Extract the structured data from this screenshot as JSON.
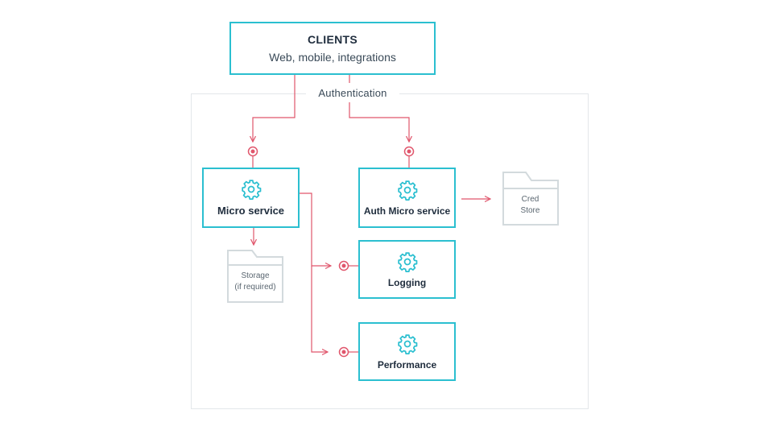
{
  "clients": {
    "title": "CLIENTS",
    "subtitle": "Web, mobile, integrations"
  },
  "auth_label": "Authentication",
  "services": {
    "micro": "Micro service",
    "auth": "Auth Micro service",
    "logging": "Logging",
    "performance": "Performance"
  },
  "stores": {
    "storage": {
      "line1": "Storage",
      "line2": "(if required)"
    },
    "cred": {
      "line1": "Cred",
      "line2": "Store"
    }
  },
  "icons": {
    "service": "gear-icon",
    "store": "folder-icon",
    "endpoint": "target-icon"
  },
  "colors": {
    "box_border": "#2bbfd0",
    "connector": "#e0566c",
    "store": "#d3dadd",
    "frame": "#e3e7ea"
  }
}
